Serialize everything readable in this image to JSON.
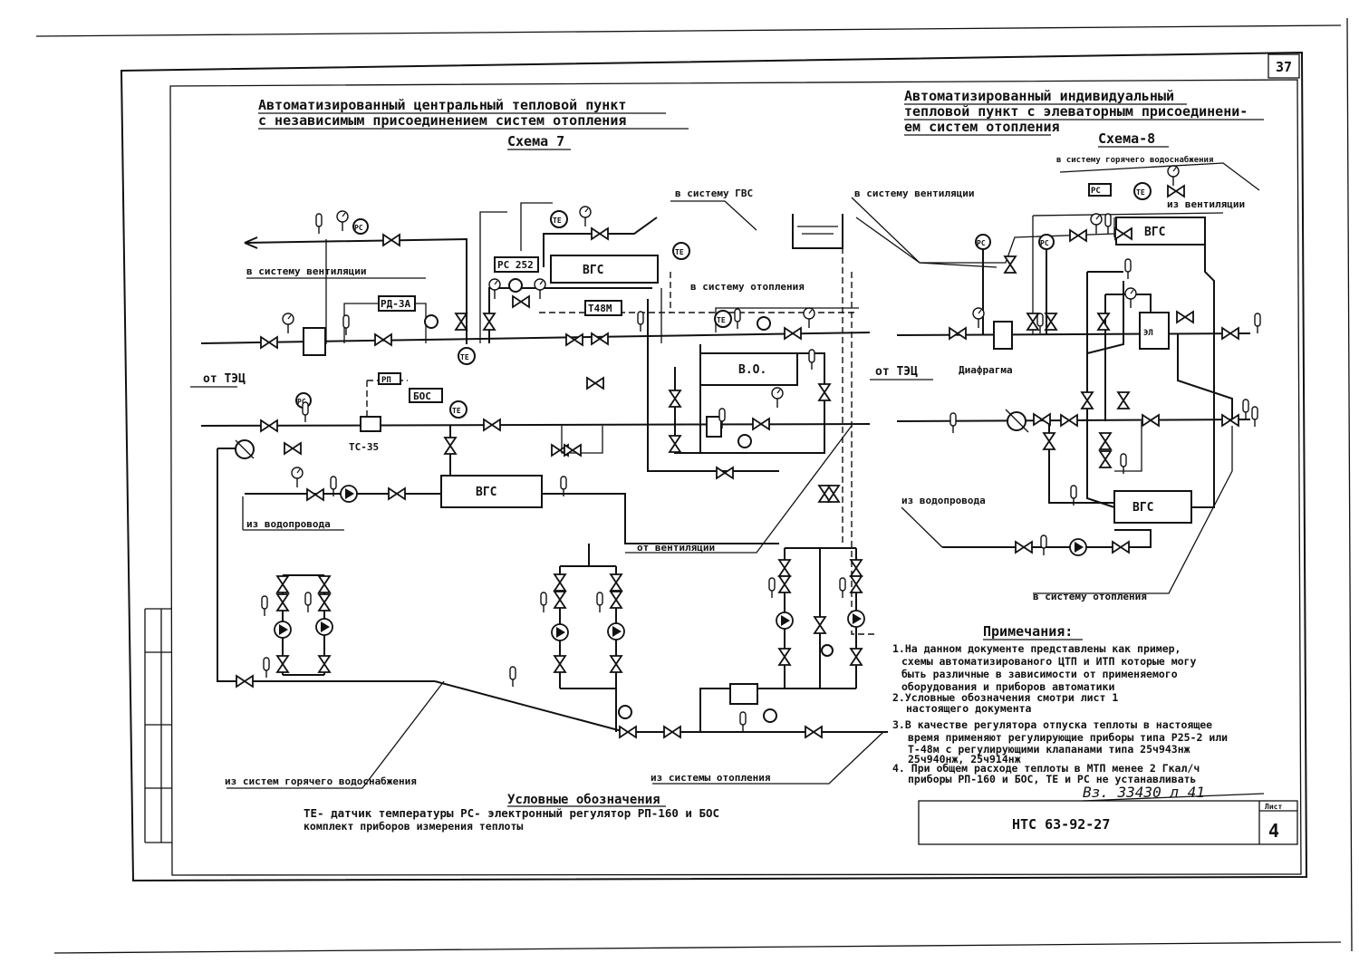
{
  "sheet_number": "37",
  "left_title_line1": "Автоматизированный центральный тепловой пункт",
  "left_title_line2": "с независимым присоединением систем отопления",
  "left_scheme": "Схема 7",
  "right_title_line1": "Автоматизированный индивидуальный",
  "right_title_line2": "тепловой пункт с элеваторным присоединени-",
  "right_title_line3": "ем систем отопления",
  "right_scheme": "Схема-8",
  "labels": {
    "to_gvs": "в систему ГВС",
    "to_vent_left": "в систему вентиляции",
    "to_vent_top": "в систему вентиляции",
    "to_heating_left": "в систему отопления",
    "from_vent": "от вентиляции",
    "from_tec_left": "от ТЭЦ",
    "from_tec_right": "от ТЭЦ",
    "from_water_left": "из водопровода",
    "from_water_right": "из водопровода",
    "from_hot_water": "из систем горячего водоснабжения",
    "from_heating": "из системы отопления",
    "to_hot_water_right": "в систему горячего водоснабжения",
    "from_vent_right": "из вентиляции",
    "to_heating_right": "в систему отопления",
    "diaphragm": "Диафрагма",
    "ts35": "ТС-35"
  },
  "equipment": {
    "vgs_top": "ВГС",
    "vgs_bottom": "ВГС",
    "vo": "В.О.",
    "rs252": "РС 252",
    "t48m": "Т48М",
    "rd3a": "РД-3А",
    "bos": "БОС",
    "rp": "РП",
    "te": "ТЕ",
    "rs": "РС",
    "vgs_right_top": "ВГС",
    "vgs_right_bottom": "ВГС",
    "el": "ЭЛ"
  },
  "notes": {
    "heading": "Примечания:",
    "n1": [
      "1.На данном документе представлены как пример,",
      "схемы автоматизированого ЦТП и ИТП которые могу",
      "быть различные в зависимости от применяемого",
      "оборудования и приборов автоматики"
    ],
    "n2": [
      "2.Условные обозначения смотри лист 1",
      "настоящего документа"
    ],
    "n3": [
      "3.В качестве регулятора отпуска теплоты в настоящее",
      "время применяют регулирующие приборы типа Р25-2 или",
      "Т-48м с регулирующими клапанами типа 25ч943нж",
      "25ч940нж, 25ч914нж"
    ],
    "n4": [
      "4. При общем расходе теплоты в МТП менее 2 Гкал/ч",
      "приборы РП-160 и БОС, ТЕ и РС не устанавливать"
    ]
  },
  "legend": {
    "heading": "Условные обозначения",
    "line1": "ТЕ- датчик температуры  РС- электронный регулятор  РП-160 и БОС",
    "line2": "комплект приборов измерения теплоты"
  },
  "stamp": {
    "inventory": "Вз. 33430 л 41",
    "code": "НТС 63-92-27",
    "sheet_label": "Лист",
    "sheet": "4"
  }
}
